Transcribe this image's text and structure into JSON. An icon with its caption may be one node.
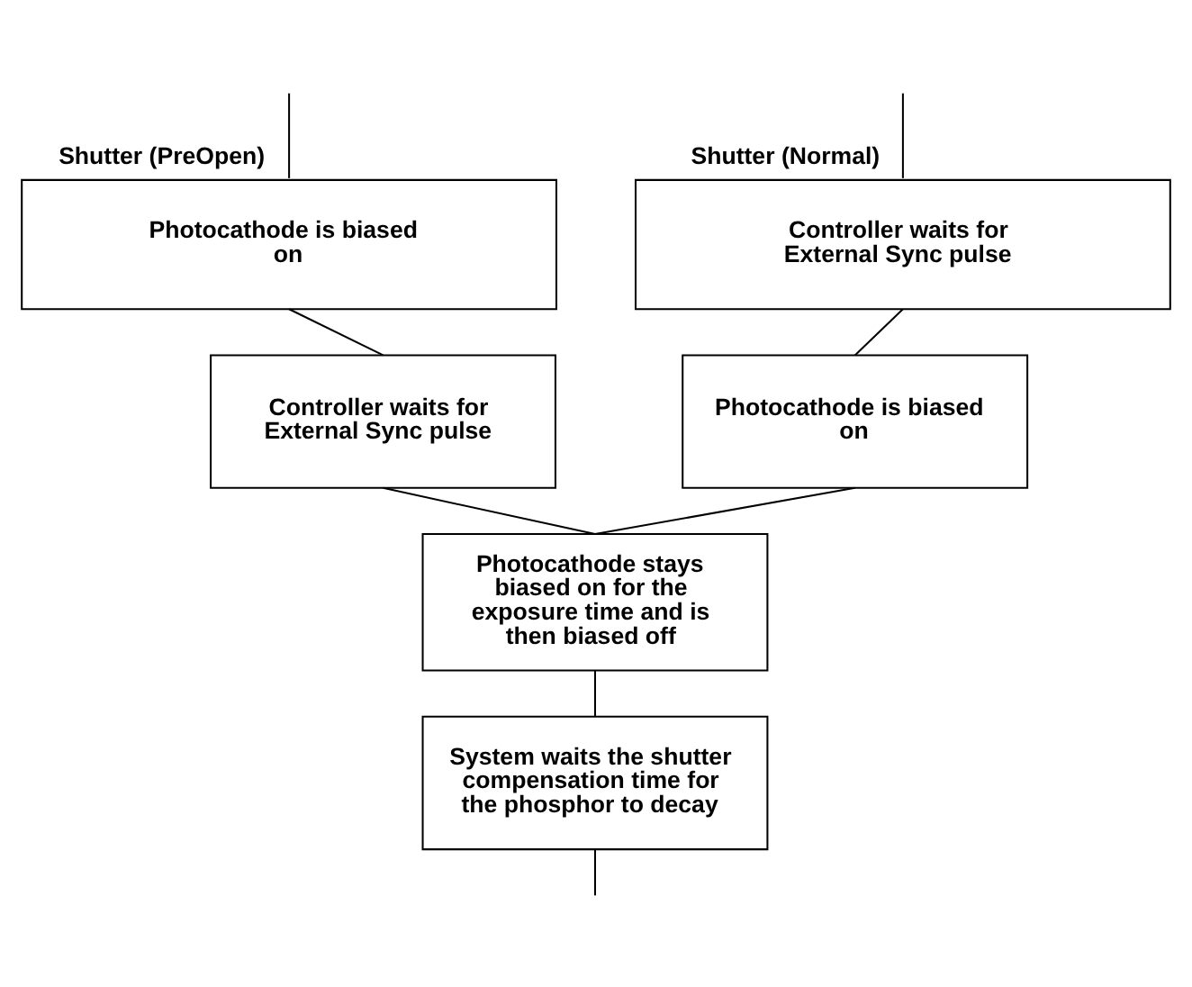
{
  "diagram": {
    "nodes": [
      {
        "text": [
          "Shutter (Normal)",
          "Controller waits for External Sync pulse"
        ]
      },
      {
        "text": [
          "Photocathode is biased on"
        ]
      },
      {
        "text": [
          "Shutter (PreOpen)",
          "Photocathode is biased on"
        ]
      },
      {
        "text": [
          "Controller waits for External Sync pulse"
        ]
      },
      {
        "text": [
          "Photocathode stays biased on for the exposure time and is then biased off"
        ]
      },
      {
        "text": [
          "System waits the shutter compensation time for the phosphor to decay"
        ]
      }
    ],
    "edges": [
      {
        "from": null,
        "to": 0,
        "arrow": "none"
      },
      {
        "from": null,
        "to": 2,
        "arrow": "none"
      },
      {
        "from": 0,
        "to": 1,
        "arrow": "none"
      },
      {
        "from": 2,
        "to": 3,
        "arrow": "none"
      },
      {
        "from": 1,
        "to": 4,
        "arrow": "none"
      },
      {
        "from": 3,
        "to": 4,
        "arrow": "none"
      },
      {
        "from": 4,
        "to": 5,
        "arrow": "none"
      },
      {
        "from": 5,
        "to": null,
        "arrow": "none"
      }
    ]
  }
}
